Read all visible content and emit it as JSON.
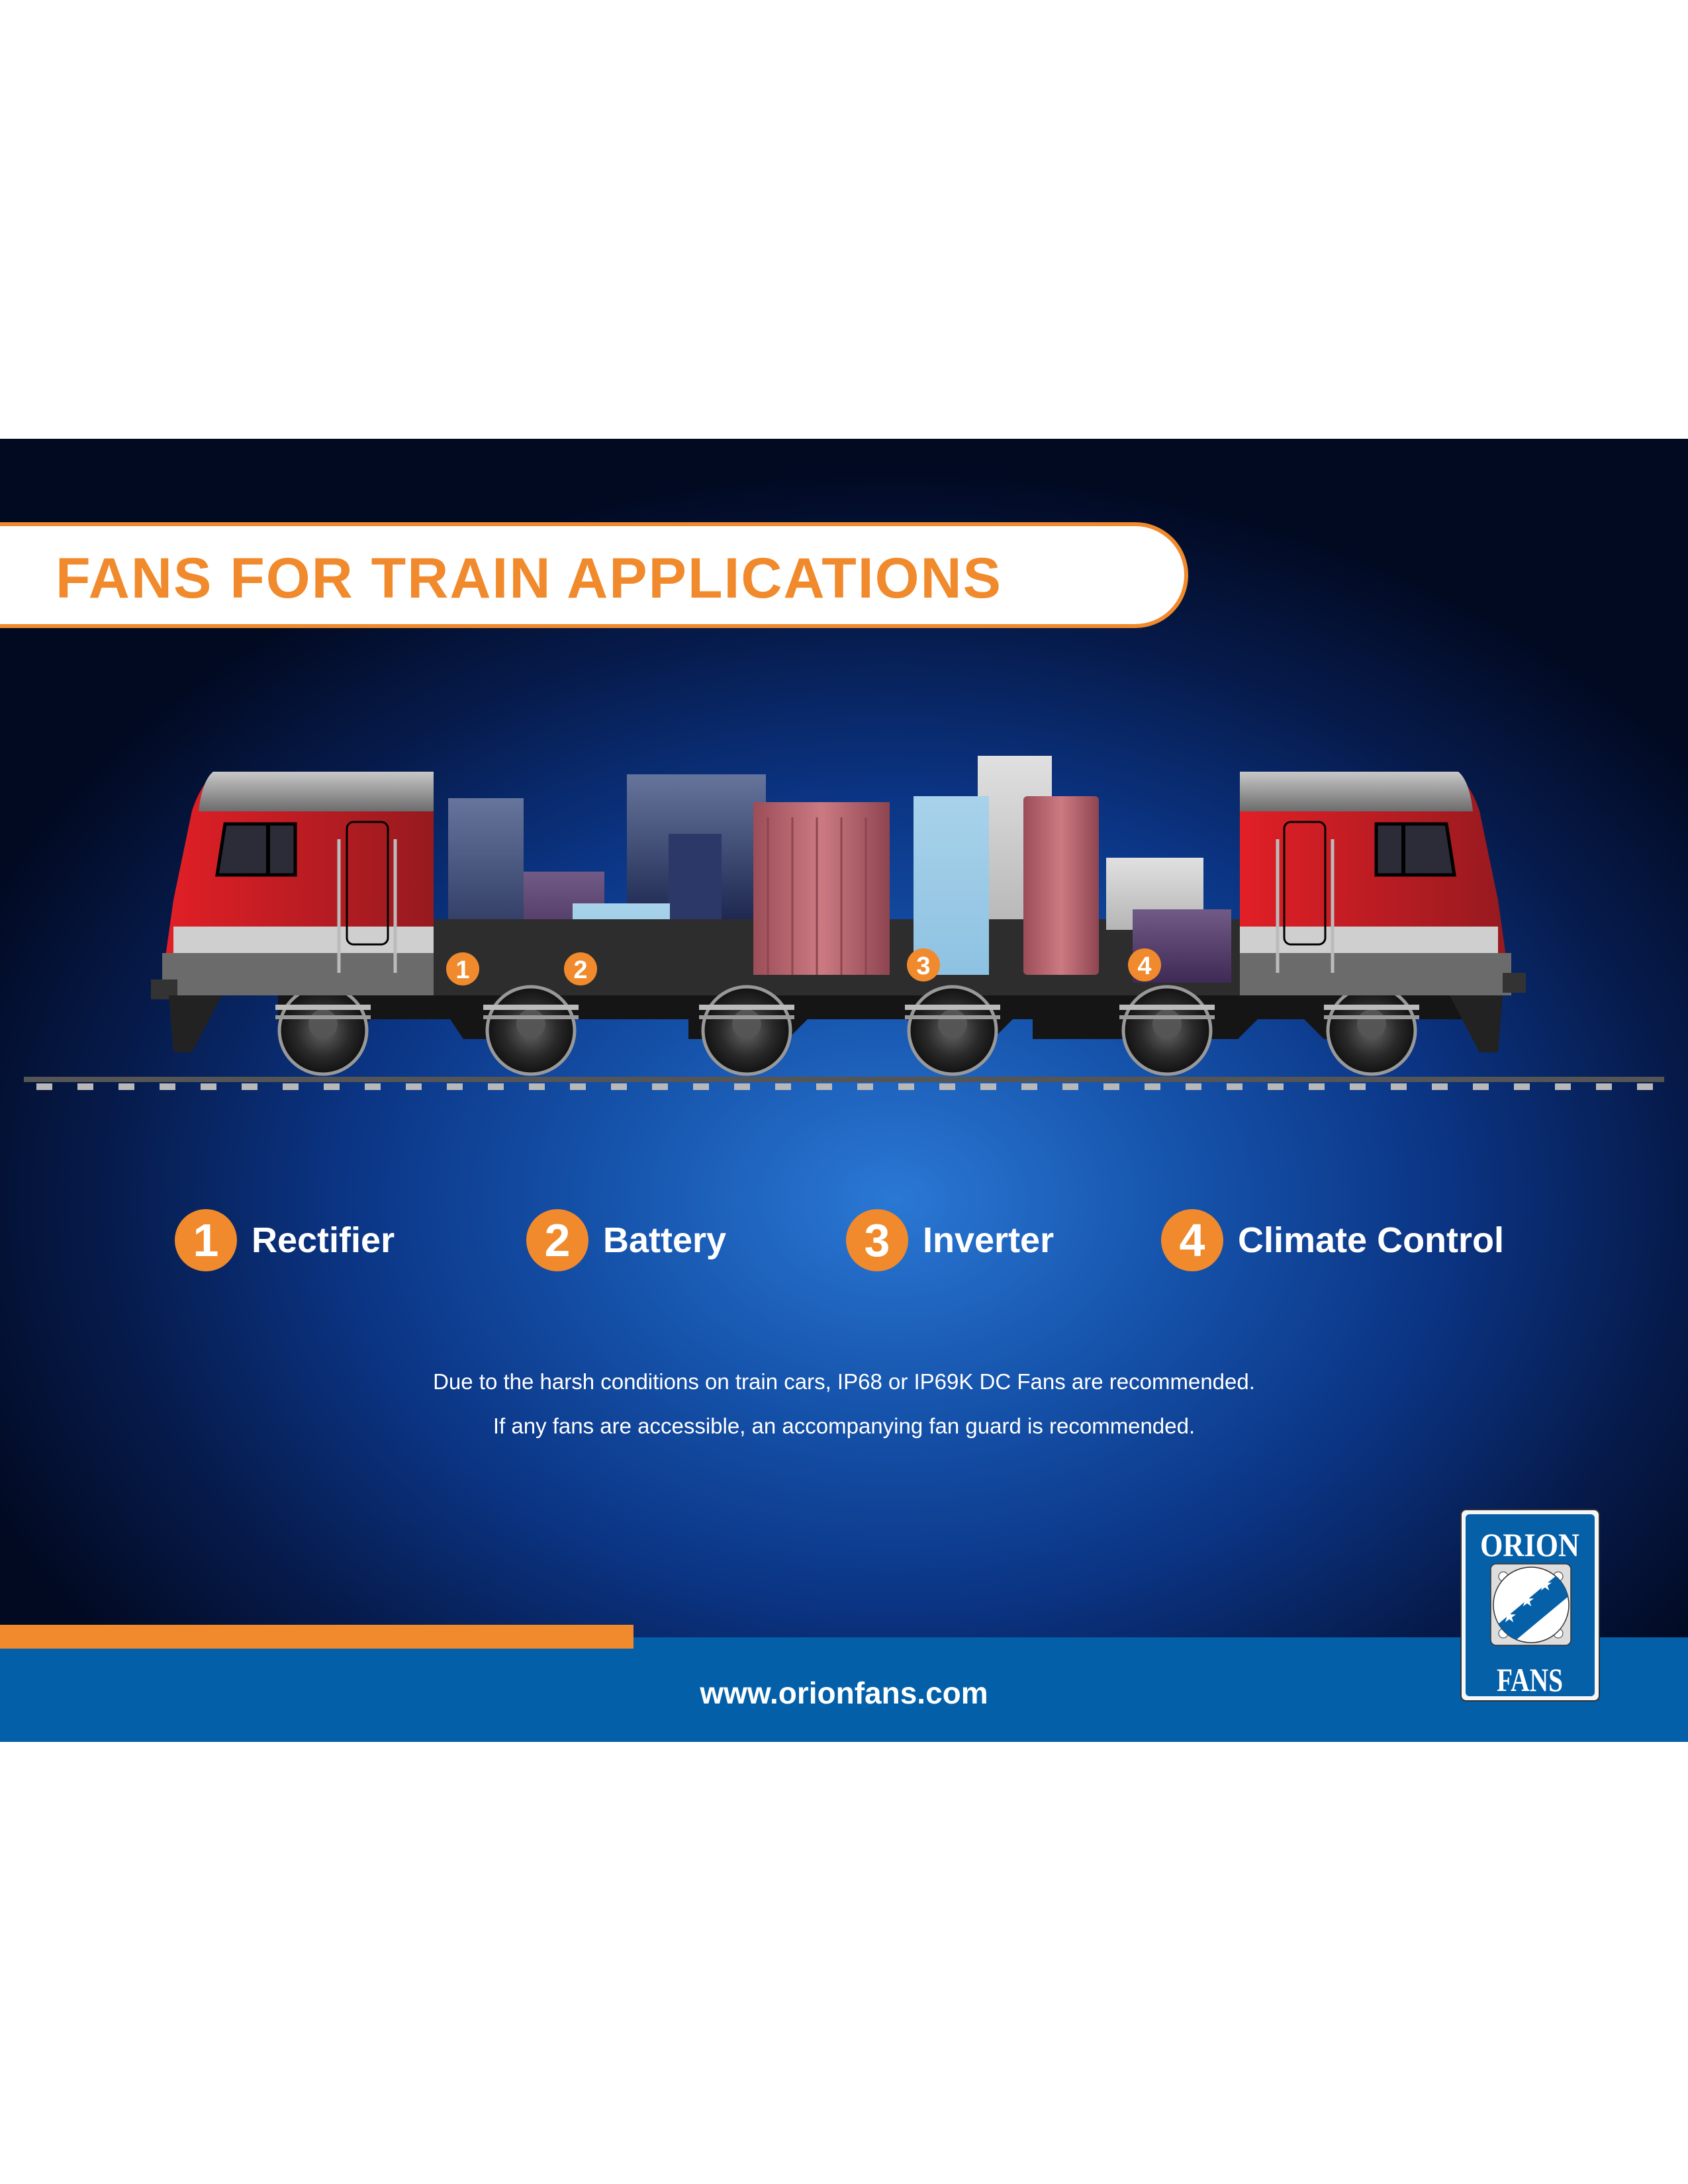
{
  "title": "FANS FOR TRAIN APPLICATIONS",
  "train_badges": [
    "1",
    "2",
    "3",
    "4"
  ],
  "legend": [
    {
      "number": "1",
      "label": "Rectifier"
    },
    {
      "number": "2",
      "label": "Battery"
    },
    {
      "number": "3",
      "label": "Inverter"
    },
    {
      "number": "4",
      "label": "Climate Control"
    }
  ],
  "notes": [
    "Due to the harsh conditions on train cars, IP68 or IP69K DC Fans are recommended.",
    "If any fans are accessible, an accompanying fan guard is recommended."
  ],
  "url": "www.orionfans.com",
  "logo": {
    "top": "ORION",
    "bottom": "FANS"
  },
  "colors": {
    "accent": "#f08a2c",
    "brand_blue": "#0360a8",
    "train_red": "#c4161c"
  }
}
